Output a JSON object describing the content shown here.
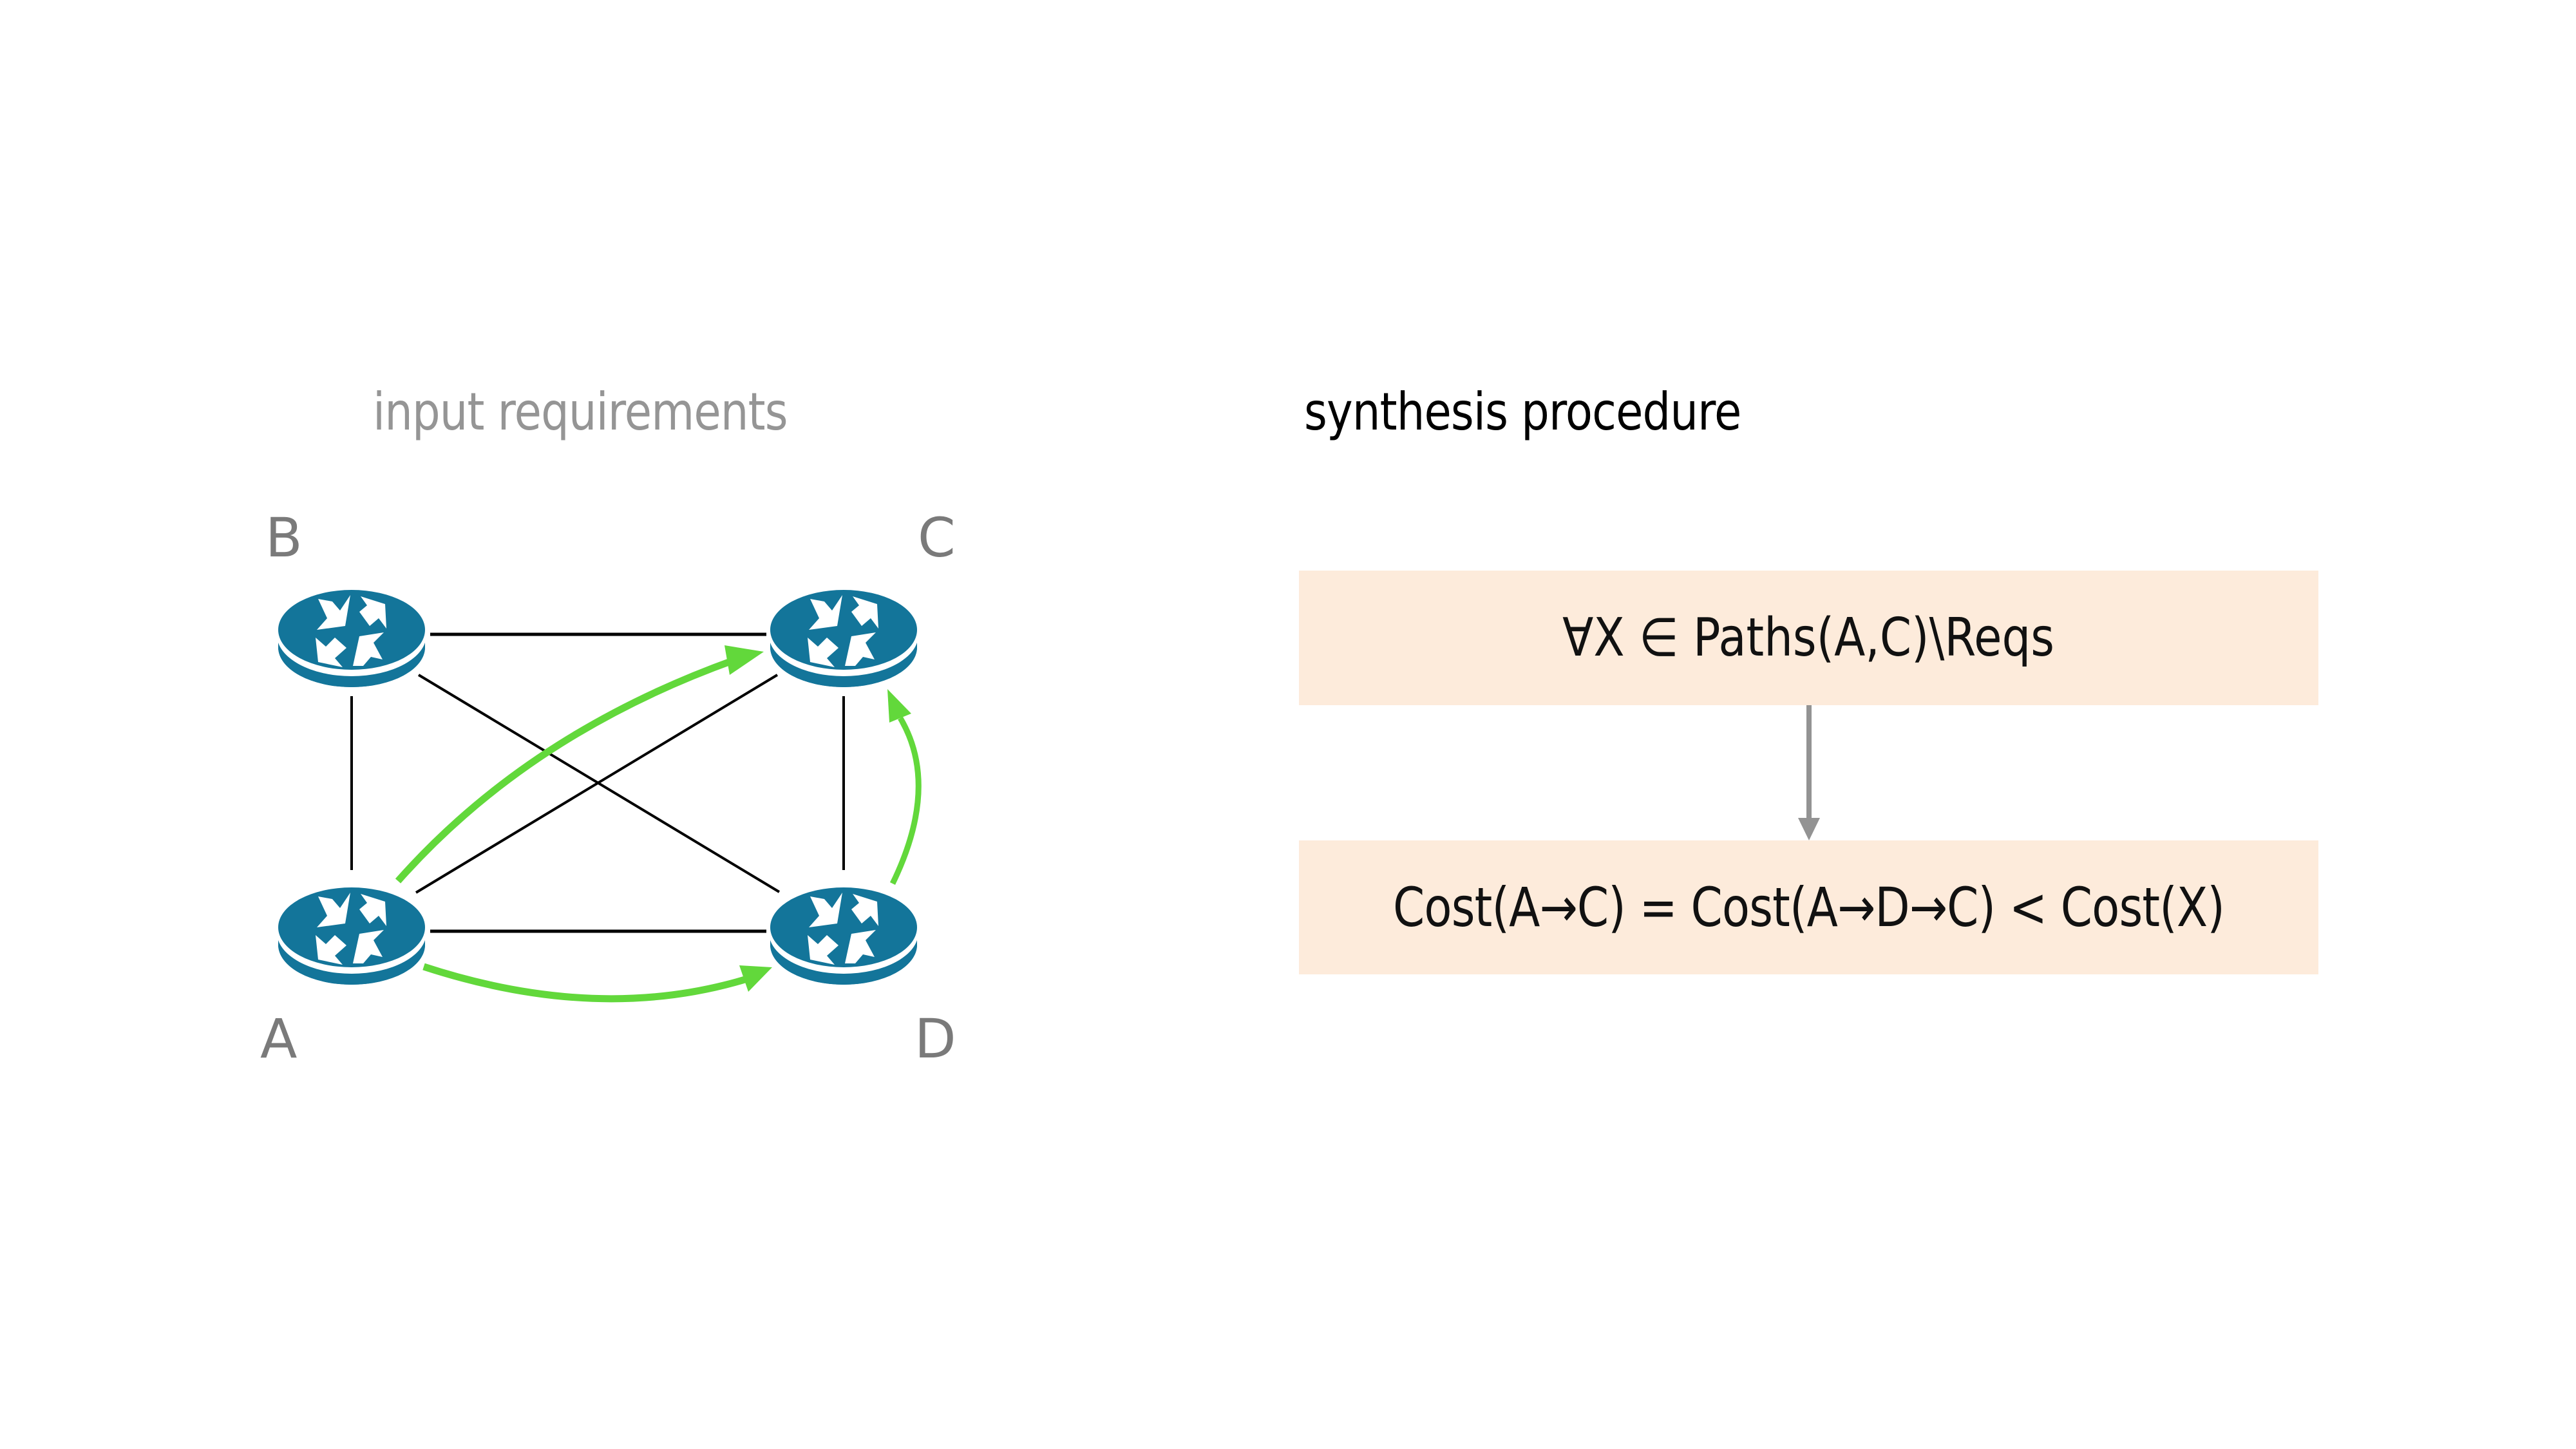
{
  "left_panel": {
    "title": "input requirements",
    "nodes": [
      {
        "id": "A",
        "label": "A",
        "icon": "router-icon"
      },
      {
        "id": "B",
        "label": "B",
        "icon": "router-icon"
      },
      {
        "id": "C",
        "label": "C",
        "icon": "router-icon"
      },
      {
        "id": "D",
        "label": "D",
        "icon": "router-icon"
      }
    ],
    "links": [
      [
        "B",
        "C"
      ],
      [
        "A",
        "D"
      ],
      [
        "A",
        "B"
      ],
      [
        "C",
        "D"
      ],
      [
        "B",
        "D"
      ],
      [
        "A",
        "C"
      ]
    ],
    "requirement_paths": [
      {
        "from": "A",
        "to": "C"
      },
      {
        "from": "A",
        "to": "D"
      },
      {
        "from": "D",
        "to": "C"
      }
    ]
  },
  "right_panel": {
    "title": "synthesis procedure",
    "steps": [
      {
        "text": "∀X ∈ Paths(A,C)\\Reqs"
      },
      {
        "text": "Cost(A→C) = Cost(A→D→C) < Cost(X)"
      }
    ]
  },
  "colors": {
    "router": "#13759A",
    "requirement_arrow": "#62D83B",
    "link": "#000000",
    "step_box": "#FDEBDB",
    "flow_arrow": "#939393",
    "left_title": "#959595",
    "node_label": "#7A7A7A"
  }
}
